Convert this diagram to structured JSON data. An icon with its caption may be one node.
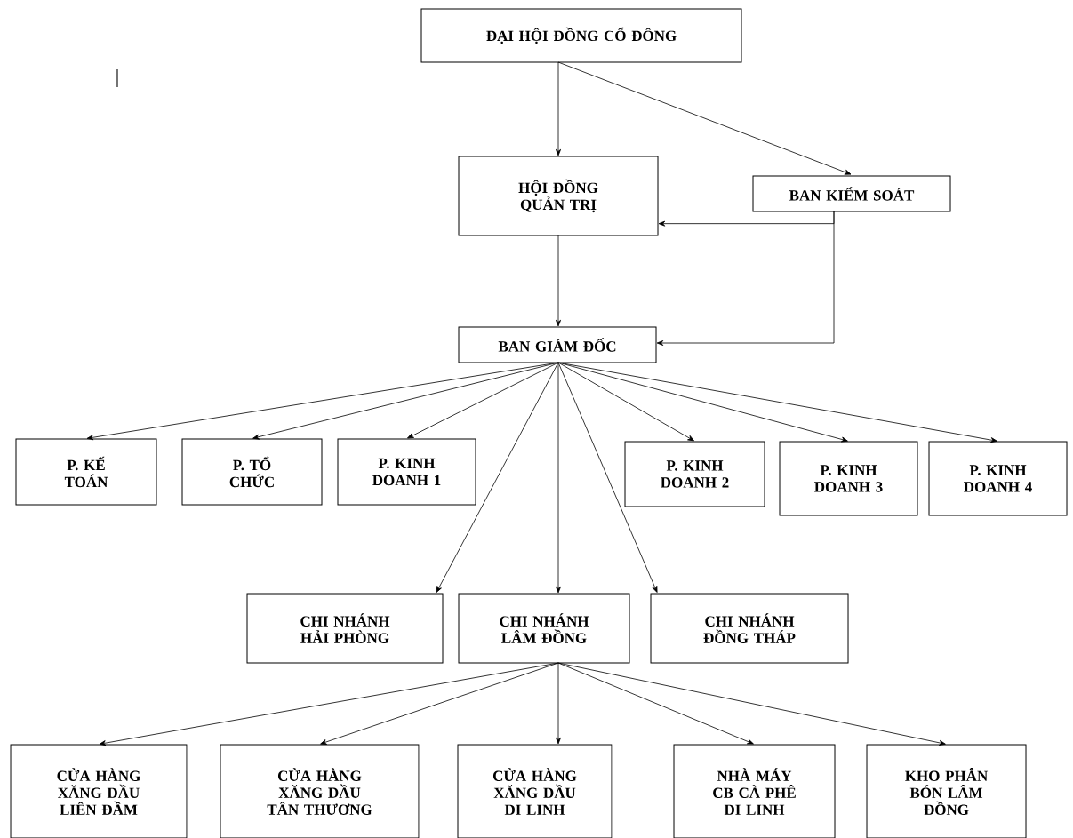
{
  "diagram": {
    "nodes": [
      {
        "text": [
          "ĐẠI HỘI ĐỒNG CỔ ĐÔNG"
        ]
      },
      {
        "text": [
          "HỘI ĐỒNG QUẢN TRỊ"
        ]
      },
      {
        "text": [
          "BAN KIỂM SOÁT"
        ]
      },
      {
        "text": [
          "BAN GIÁM ĐỐC"
        ]
      },
      {
        "text": [
          "P. KẾ TOÁN"
        ]
      },
      {
        "text": [
          "P. TỔ CHỨC"
        ]
      },
      {
        "text": [
          "P. KINH DOANH 1"
        ]
      },
      {
        "text": [
          "P. KINH DOANH 2"
        ]
      },
      {
        "text": [
          "P. KINH DOANH 3"
        ]
      },
      {
        "text": [
          "P. KINH DOANH 4"
        ]
      },
      {
        "text": [
          "CHI NHÁNH HẢI PHÒNG"
        ]
      },
      {
        "text": [
          "CHI NHÁNH LÂM ĐỒNG"
        ]
      },
      {
        "text": [
          "CHI NHÁNH ĐỒNG THÁP"
        ]
      },
      {
        "text": [
          "CỬA HÀNG XĂNG DẦU LIÊN ĐẦM"
        ]
      },
      {
        "text": [
          "CỬA HÀNG XĂNG DẦU TÂN THƯƠNG"
        ]
      },
      {
        "text": [
          "CỬA HÀNG XĂNG DẦU DI LINH"
        ]
      },
      {
        "text": [
          "NHÀ MÁY CB CÀ PHÊ DI LINH"
        ]
      },
      {
        "text": [
          "KHO PHÂN BÓN LÂM ĐỒNG"
        ]
      }
    ],
    "edges": [
      {
        "from": 0,
        "to": 1,
        "arrow": "to"
      },
      {
        "from": 0,
        "to": 2,
        "arrow": "to"
      },
      {
        "from": 2,
        "to": 1,
        "arrow": "to"
      },
      {
        "from": 1,
        "to": 3,
        "arrow": "to"
      },
      {
        "from": 2,
        "to": 3,
        "arrow": "to"
      },
      {
        "from": 3,
        "to": 4,
        "arrow": "to"
      },
      {
        "from": 3,
        "to": 5,
        "arrow": "to"
      },
      {
        "from": 3,
        "to": 6,
        "arrow": "to"
      },
      {
        "from": 3,
        "to": 7,
        "arrow": "to"
      },
      {
        "from": 3,
        "to": 8,
        "arrow": "to"
      },
      {
        "from": 3,
        "to": 9,
        "arrow": "to"
      },
      {
        "from": 3,
        "to": 10,
        "arrow": "to"
      },
      {
        "from": 3,
        "to": 11,
        "arrow": "to"
      },
      {
        "from": 3,
        "to": 12,
        "arrow": "to"
      },
      {
        "from": 11,
        "to": 13,
        "arrow": "to"
      },
      {
        "from": 11,
        "to": 14,
        "arrow": "to"
      },
      {
        "from": 11,
        "to": 15,
        "arrow": "to"
      },
      {
        "from": 11,
        "to": 16,
        "arrow": "to"
      },
      {
        "from": 11,
        "to": 17,
        "arrow": "to"
      }
    ],
    "labels": [
      "|"
    ]
  }
}
